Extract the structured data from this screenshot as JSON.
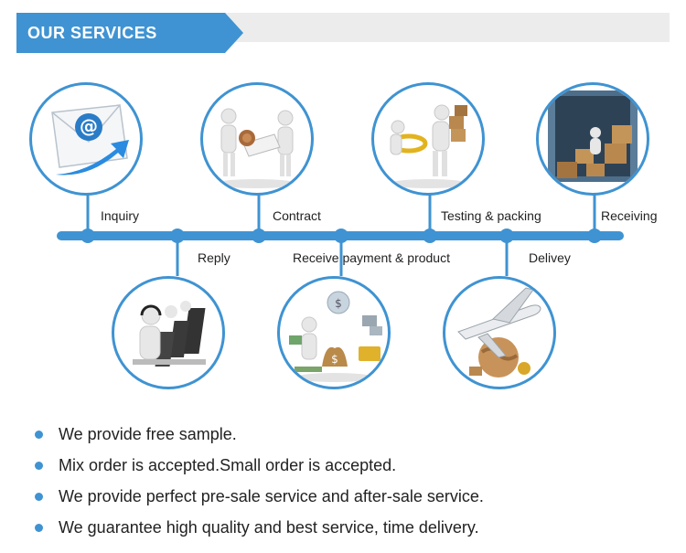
{
  "header": {
    "title": "OUR SERVICES"
  },
  "steps_top": [
    {
      "label": "Inquiry",
      "icon": "email-icon"
    },
    {
      "label": "Contract",
      "icon": "handshake-contract-icon"
    },
    {
      "label": "Testing & packing",
      "icon": "testing-packing-icon"
    },
    {
      "label": "Receiving",
      "icon": "container-receiving-icon"
    }
  ],
  "steps_bottom": [
    {
      "label": "Reply",
      "icon": "customer-service-icon"
    },
    {
      "label": "Receive payment & product",
      "icon": "payment-icon"
    },
    {
      "label": "Delivey",
      "icon": "airplane-delivery-icon"
    }
  ],
  "bullets": [
    "We provide free sample.",
    "Mix order is accepted.Small order is accepted.",
    "We provide perfect pre-sale service and after-sale service.",
    "We guarantee high quality and best service, time delivery."
  ],
  "colors": {
    "accent": "#3f93d2",
    "header_track": "#ececec"
  }
}
